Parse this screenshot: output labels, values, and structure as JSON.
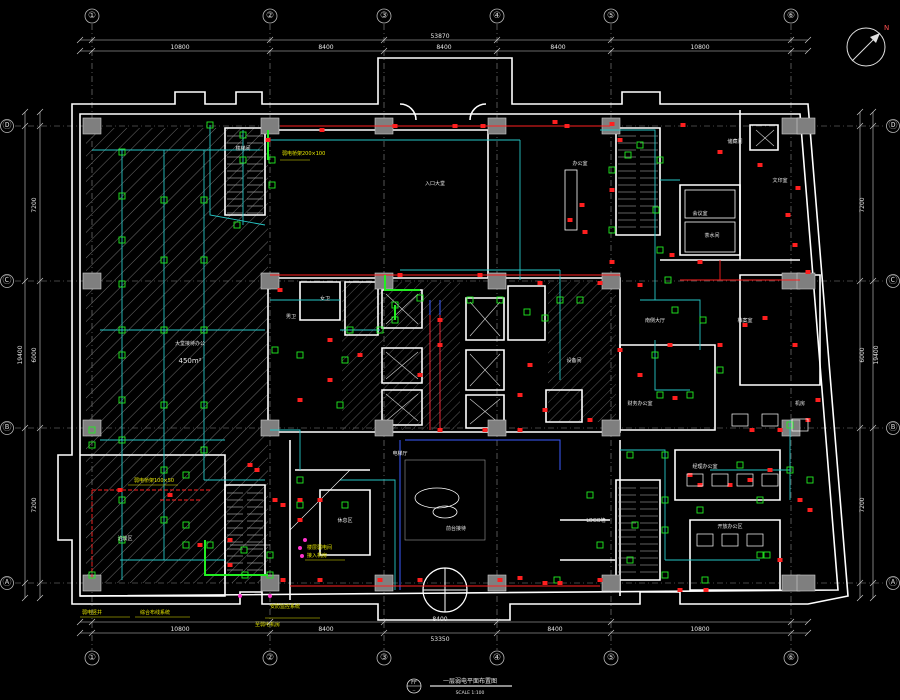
{
  "colors": {
    "background": "#000000",
    "wall": "#ffffff",
    "grid": "#9a9a9a",
    "dim": "#e0e0e0",
    "column": "#7f7f7f",
    "pipe": "#26c6c6",
    "device": "#22ee22",
    "sensor": "#ff1f1f",
    "cable": "#3b5bff",
    "annotation": "#e8e800",
    "magenta": "#ff33cc"
  },
  "axes": {
    "top_labels": [
      "①",
      "②",
      "③",
      "④",
      "⑤",
      "⑥"
    ],
    "bottom_labels": [
      "①",
      "②",
      "③",
      "④",
      "⑤",
      "⑥"
    ],
    "left_labels": [
      "Ⓓ",
      "Ⓒ",
      "Ⓑ",
      "Ⓐ"
    ],
    "right_labels": [
      "Ⓓ",
      "Ⓒ",
      "Ⓑ",
      "Ⓐ"
    ]
  },
  "dimensions": {
    "top_total": "53870",
    "top_bays": [
      "10800",
      "8400",
      "8400",
      "8400",
      "10800"
    ],
    "bottom_total": "53350",
    "bottom_bays": [
      "10800",
      "8400",
      "8400",
      "8400",
      "10800"
    ],
    "left_total": "19400",
    "left_bays": [
      "7200",
      "6000",
      "7200"
    ],
    "right_total": "19400",
    "right_bays": [
      "7200",
      "6000",
      "7200"
    ]
  },
  "rooms": {
    "lobby": "入口大堂",
    "big_hall": "大堂接待办公",
    "big_hall_area": "450m²",
    "elevator_hall": "电梯厅",
    "reception": "前台接待",
    "logo_wall": "LOGO墙",
    "office_east": "办公室",
    "meeting": "会议室",
    "tea": "茶水间",
    "storage": "储藏间",
    "rest": "休息区",
    "toilet_m": "男卫",
    "toilet_f": "女卫",
    "stair": "楼梯间",
    "equipment": "设备间",
    "finance": "财务办公室",
    "manager": "经理办公室",
    "open_office": "开放办公区",
    "archive": "档案室",
    "printing": "文印室",
    "server": "机房",
    "south_hall": "南侧大厅",
    "lounge": "洽谈区"
  },
  "annotations": {
    "note1": "弱电桥架200×100",
    "note2": "弱电桥架100×50",
    "note3": "楼层弱电间",
    "note4": "接入机房",
    "note5": "弱电竖井",
    "note6": "综合布线系统",
    "note7": "安防监控系统",
    "note8": "至弱电机房"
  },
  "title": {
    "main": "一层弱电平面布置图",
    "scale": "SCALE 1:100",
    "badge": "FF",
    "badge_sub": "--"
  },
  "north": {
    "label": "N",
    "arrow": "north-arrow-icon"
  }
}
